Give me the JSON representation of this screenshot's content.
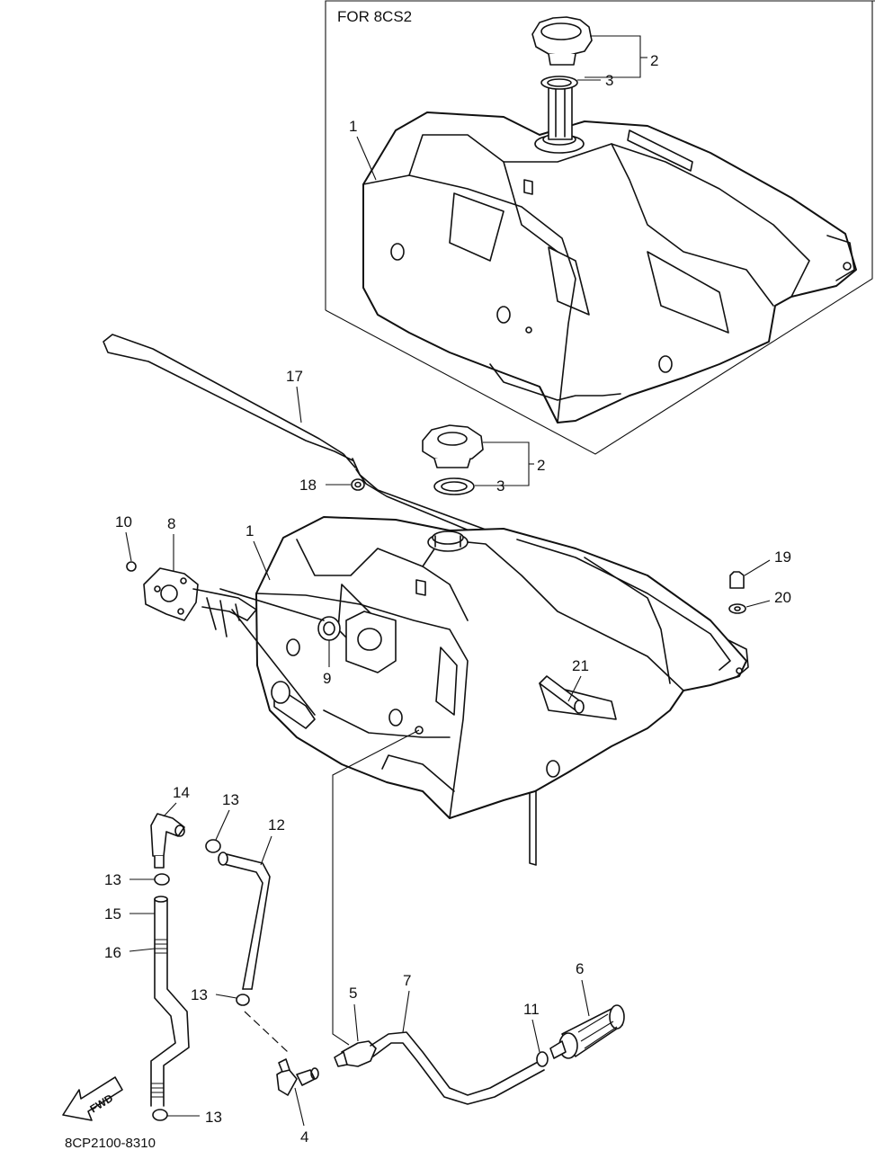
{
  "inset": {
    "label": "FOR 8CS2"
  },
  "diagram_code": "8CP2100-8310",
  "direction_arrow": "FWD",
  "callouts": [
    {
      "id": "inset-1",
      "text": "1"
    },
    {
      "id": "inset-2",
      "text": "2"
    },
    {
      "id": "inset-3",
      "text": "3"
    },
    {
      "id": "main-1",
      "text": "1"
    },
    {
      "id": "main-2",
      "text": "2"
    },
    {
      "id": "main-3",
      "text": "3"
    },
    {
      "id": "c4",
      "text": "4"
    },
    {
      "id": "c5",
      "text": "5"
    },
    {
      "id": "c6",
      "text": "6"
    },
    {
      "id": "c7",
      "text": "7"
    },
    {
      "id": "c8",
      "text": "8"
    },
    {
      "id": "c9",
      "text": "9"
    },
    {
      "id": "c10",
      "text": "10"
    },
    {
      "id": "c11",
      "text": "11"
    },
    {
      "id": "c12",
      "text": "12"
    },
    {
      "id": "c13a",
      "text": "13"
    },
    {
      "id": "c13b",
      "text": "13"
    },
    {
      "id": "c13c",
      "text": "13"
    },
    {
      "id": "c13d",
      "text": "13"
    },
    {
      "id": "c14",
      "text": "14"
    },
    {
      "id": "c15",
      "text": "15"
    },
    {
      "id": "c16",
      "text": "16"
    },
    {
      "id": "c17",
      "text": "17"
    },
    {
      "id": "c18",
      "text": "18"
    },
    {
      "id": "c19",
      "text": "19"
    },
    {
      "id": "c20",
      "text": "20"
    },
    {
      "id": "c21",
      "text": "21"
    }
  ]
}
